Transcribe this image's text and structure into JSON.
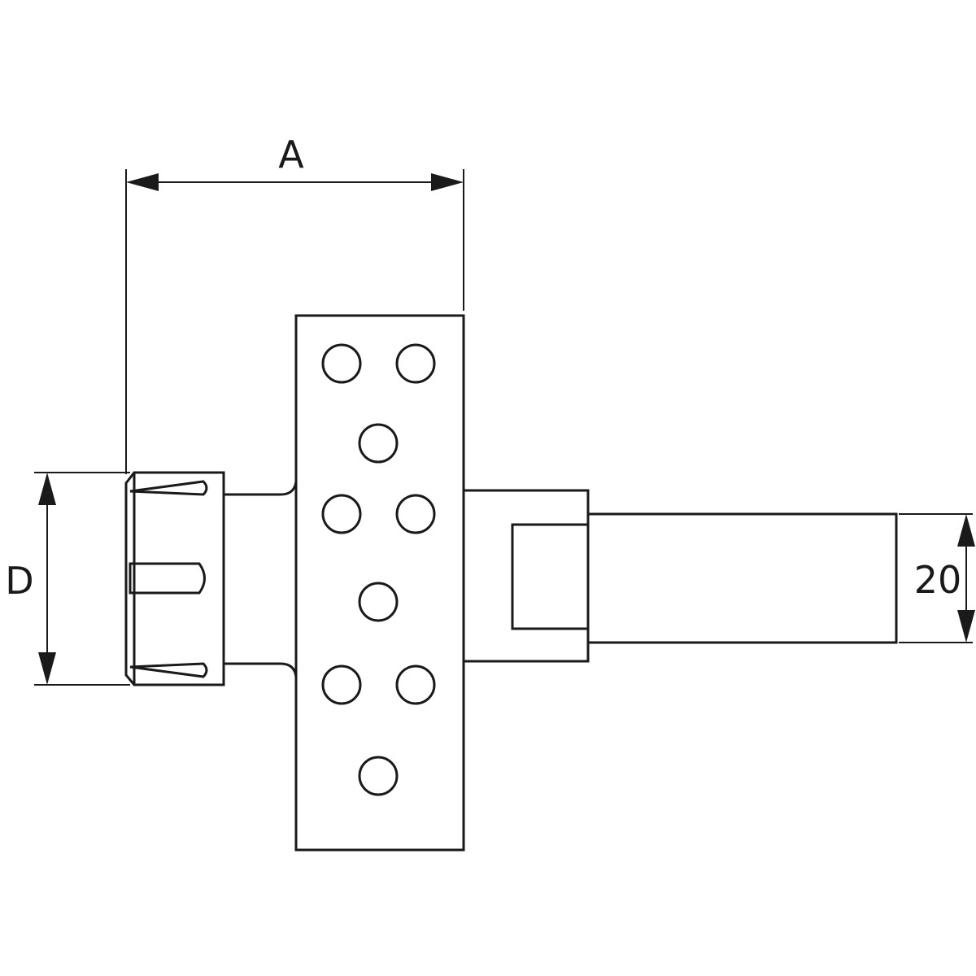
{
  "drawing": {
    "stroke_color": "#1a1a1a",
    "background": "#ffffff"
  },
  "dimensions": {
    "length": "A",
    "diameter": "D",
    "shank": "20"
  }
}
